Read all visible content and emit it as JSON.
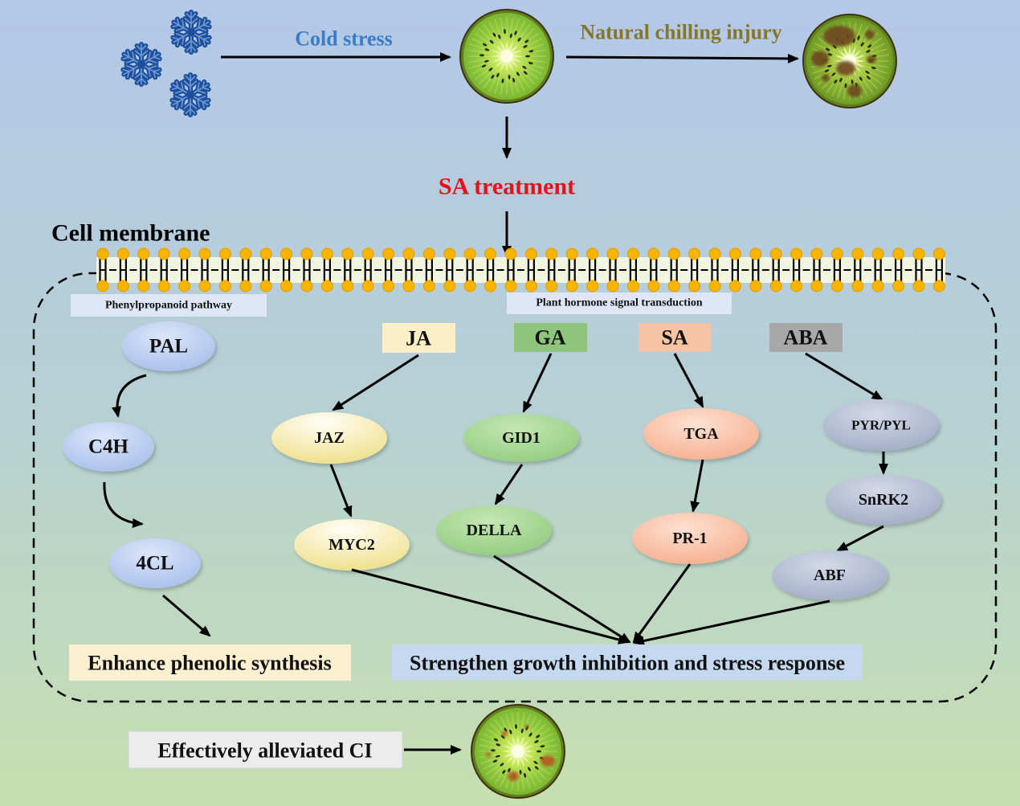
{
  "figure": {
    "cold_stress": "Cold stress",
    "natural_chilling_injury": "Natural chilling injury",
    "sa_treatment": "SA treatment",
    "cell_membrane": "Cell membrane",
    "result": "Effectively alleviated CI"
  },
  "phenylpropanoid_pathway": {
    "title": "Phenylpropanoid pathway",
    "nodes": [
      "PAL",
      "C4H",
      "4CL"
    ],
    "outcome": "Enhance phenolic synthesis"
  },
  "hormone_signal_transduction": {
    "title": "Plant hormone signal transduction",
    "hormones": [
      {
        "name": "JA",
        "nodes": [
          "JAZ",
          "MYC2"
        ]
      },
      {
        "name": "GA",
        "nodes": [
          "GID1",
          "DELLA"
        ]
      },
      {
        "name": "SA",
        "nodes": [
          "TGA",
          "PR-1"
        ]
      },
      {
        "name": "ABA",
        "nodes": [
          "PYR/PYL",
          "SnRK2",
          "ABF"
        ]
      }
    ],
    "outcome": "Strengthen growth inhibition and stress response"
  },
  "icons": {
    "cold": "snowflake-icon",
    "fruit": "kiwifruit-slice-icon",
    "injured_fruit": "chilling-injured-kiwifruit-icon",
    "treated_fruit": "alleviated-kiwifruit-icon"
  },
  "colors": {
    "background_top": "#b4c8e8",
    "background_bottom": "#c6e0b0",
    "cold_stress_text": "#3b7cc6",
    "chilling_injury_text": "#86762a",
    "sa_treatment_text": "#e3131b",
    "snowflake": "#1f4f9b",
    "membrane_heads": "#f7b400",
    "pathway_node": "#a4bde9",
    "ja": "#fcefc6",
    "ja_node": "#eedf88",
    "ga": "#8fc47d",
    "ga_node": "#8fca7c",
    "sa": "#f6c3a5",
    "sa_node": "#f6ab8a",
    "aba": "#a8a8a8",
    "aba_node": "#9ea9c4",
    "label_box": "#dfe6f5",
    "phenolic_box": "#fdf0d0",
    "response_box": "#c4d9ef",
    "result_box": "#ececec"
  }
}
